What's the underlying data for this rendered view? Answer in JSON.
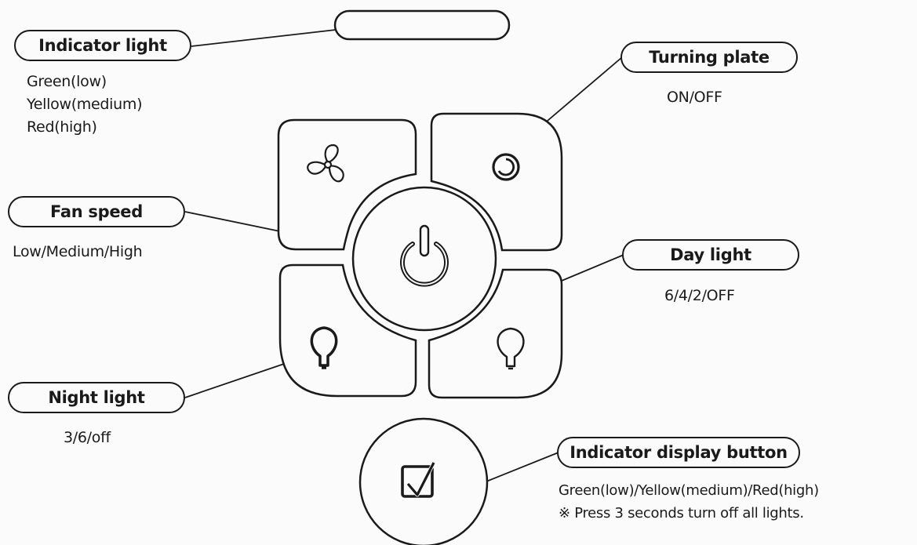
{
  "labels": {
    "indicator_light": {
      "title": "Indicator light",
      "lines": [
        "Green(low)",
        "Yellow(medium)",
        "Red(high)"
      ]
    },
    "fan_speed": {
      "title": "Fan speed",
      "lines": [
        "Low/Medium/High"
      ]
    },
    "night_light": {
      "title": "Night light",
      "lines": [
        "3/6/off"
      ]
    },
    "turning_plate": {
      "title": "Turning plate",
      "lines": [
        "ON/OFF"
      ]
    },
    "day_light": {
      "title": "Day light",
      "lines": [
        "6/4/2/OFF"
      ]
    },
    "indicator_display_button": {
      "title": "Indicator display button",
      "lines": [
        "Green(low)/Yellow(medium)/Red(high)",
        "※ Press 3 seconds turn off all lights."
      ]
    }
  },
  "icons": {
    "fan": "fan-icon",
    "oscillation": "oscillation-icon",
    "power": "power-icon",
    "night_bulb": "night-light-bulb-icon",
    "day_bulb": "day-light-bulb-icon",
    "display": "indicator-display-icon"
  }
}
